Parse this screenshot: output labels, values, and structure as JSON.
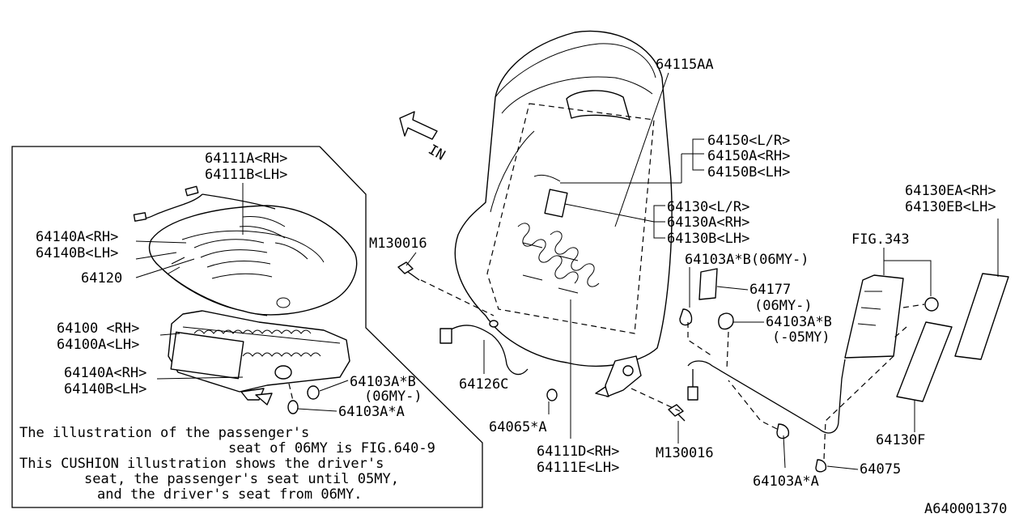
{
  "labels": {
    "p64111a": "64111A<RH>",
    "p64111b": "64111B<LH>",
    "p64140a_top": "64140A<RH>",
    "p64140b_top": "64140B<LH>",
    "p64120": "64120",
    "p64100": "64100 <RH>",
    "p64100a": "64100A<LH>",
    "p64140a_bot": "64140A<RH>",
    "p64140b_bot": "64140B<LH>",
    "p64103ab_cushion": "64103A*B",
    "p06my_cushion": "(06MY-)",
    "p64103aa_cushion": "64103A*A",
    "m130016_top": "M130016",
    "p64126c": "64126C",
    "p64065a": "64065*A",
    "p64111d": "64111D<RH>",
    "p64111e": "64111E<LH>",
    "m130016_bot": "M130016",
    "p64115aa": "64115AA",
    "p64150": "64150<L/R>",
    "p64150a": "64150A<RH>",
    "p64150b": "64150B<LH>",
    "p64130": "64130<L/R>",
    "p64130a": "64130A<RH>",
    "p64130b": "64130B<LH>",
    "p64103ab_06my": "64103A*B(06MY-)",
    "p64177": "64177",
    "p64177_note": "(06MY-)",
    "p64103ab_05my": "64103A*B",
    "p05my_note": "(-05MY)",
    "fig343": "FIG.343",
    "p64130ea": "64130EA<RH>",
    "p64130eb": "64130EB<LH>",
    "p64130f": "64130F",
    "p64075": "64075",
    "p64103aa_bottom": "64103A*A",
    "in_arrow": "IN",
    "diagram_id": "A640001370"
  },
  "note": {
    "line1": "The illustration of the passenger's",
    "line2": "seat of 06MY is FIG.640-9",
    "line3": "This CUSHION illustration shows the driver's",
    "line4": "seat, the passenger's seat until 05MY,",
    "line5": "and the driver's seat from 06MY."
  }
}
